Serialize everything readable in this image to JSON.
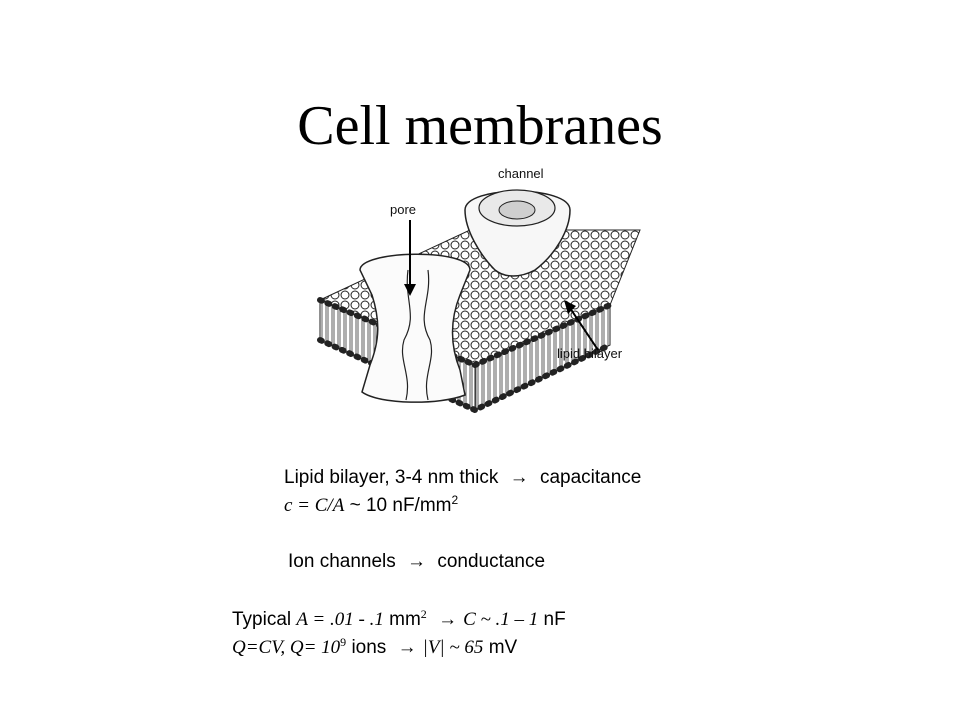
{
  "slide": {
    "title": "Cell membranes",
    "figure": {
      "labels": {
        "channel": "channel",
        "pore": "pore",
        "lipid_bilayer": "lipid bilayer"
      }
    },
    "line1": {
      "a": "Lipid bilayer, 3-4 nm thick",
      "arrow": "→",
      "b": "capacitance"
    },
    "line2": {
      "formula": "c = C/A",
      "b": " ~ 10 nF/mm",
      "sup": "2"
    },
    "line3": {
      "a": "Ion channels",
      "arrow": "→",
      "b": "conductance"
    },
    "line4": {
      "a": "Typical ",
      "b": "A = .01 - .1",
      "c": " mm",
      "sup": "2",
      "arrow": "→",
      "d": "C ~ .1 – 1",
      "e": " nF"
    },
    "line5": {
      "a": "Q=CV, Q= 10",
      "sup": "9",
      "b": " ions",
      "arrow": "→",
      "c": "|V| ~ 65",
      "d": " mV"
    }
  }
}
